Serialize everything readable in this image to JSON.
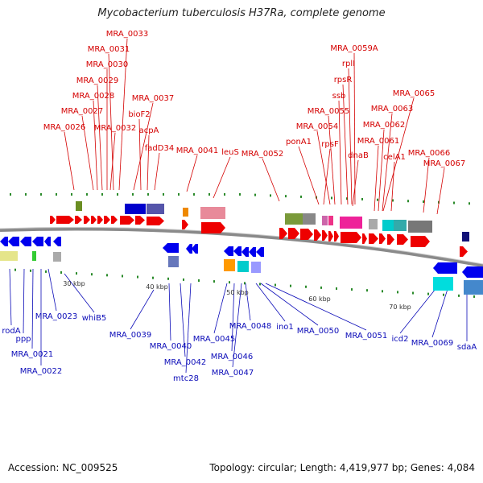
{
  "title": "Mycobacterium tuberculosis H37Ra, complete genome",
  "footer": {
    "accession": "Accession: NC_009525",
    "topology": "Topology: circular; Length: 4,419,977 bp; Genes: 4,084"
  },
  "colors": {
    "forward_label": "#d40000",
    "reverse_label": "#0b0bb8",
    "forward_arrow": "#ee0000",
    "reverse_arrow": "#0000ee",
    "backbone": "#777777",
    "gc_tick": "#2a8a2a"
  },
  "scale_ticks": [
    "30 kbp",
    "40 kbp",
    "50 kbp",
    "60 kbp",
    "70 kbp"
  ],
  "forward_genes": [
    "MRA_0033",
    "MRA_0031",
    "MRA_0030",
    "MRA_0029",
    "MRA_0028",
    "MRA_0027",
    "MRA_0026",
    "MRA_0032",
    "MRA_0037",
    "bioF2",
    "acpA",
    "fadD34",
    "MRA_0041",
    "leuS",
    "MRA_0052",
    "MRA_0059A",
    "rplI",
    "rpsR",
    "ssb",
    "MRA_0055",
    "MRA_0054",
    "ponA1",
    "rpsF",
    "dnaB",
    "MRA_0065",
    "MRA_0063",
    "MRA_0062",
    "MRA_0061",
    "celA1",
    "MRA_0066",
    "MRA_0067"
  ],
  "reverse_genes": [
    "rodA",
    "ppp",
    "MRA_0021",
    "MRA_0022",
    "MRA_0023",
    "whiB5",
    "MRA_0039",
    "MRA_0040",
    "MRA_0042",
    "mtc28",
    "MRA_0045",
    "MRA_0046",
    "MRA_0047",
    "MRA_0048",
    "ino1",
    "MRA_0050",
    "MRA_0051",
    "icd2",
    "MRA_0069",
    "sdaA"
  ]
}
